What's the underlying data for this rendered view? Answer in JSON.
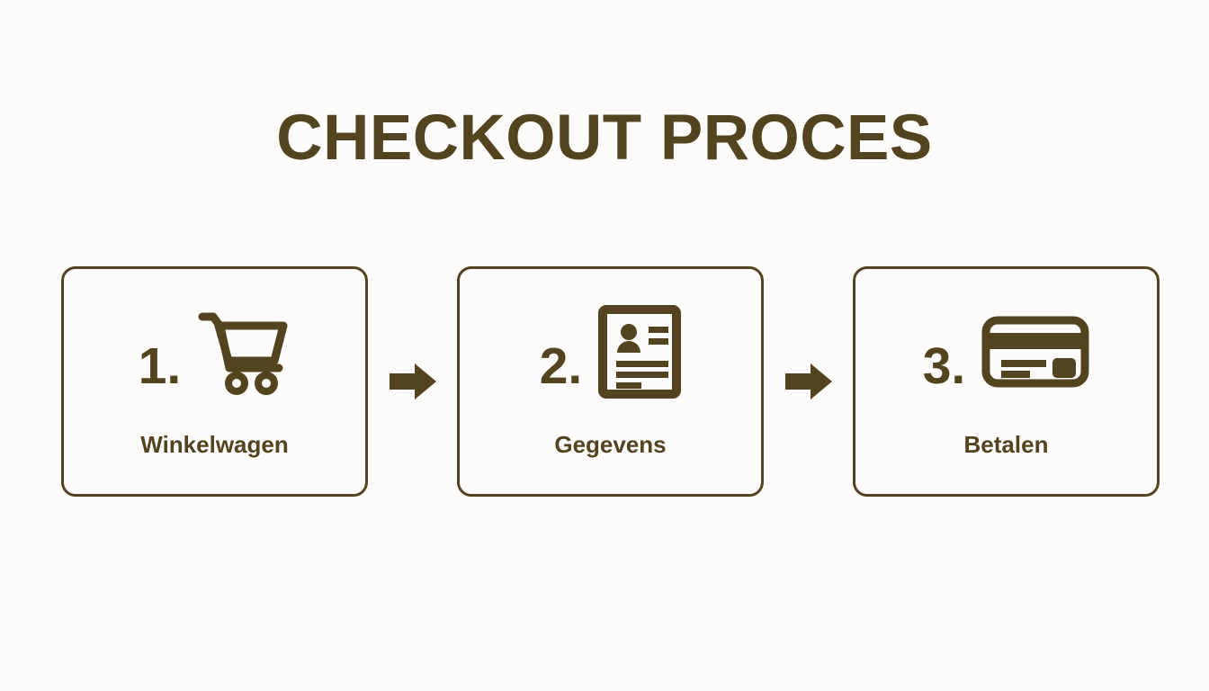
{
  "title": "CHECKOUT PROCES",
  "colors": {
    "brand_brown": "#53431f",
    "background": "#fdfcfa",
    "card_fill": "#fdfcfa"
  },
  "steps": [
    {
      "number": "1.",
      "label": "Winkelwagen",
      "icon": "shopping-cart-icon"
    },
    {
      "number": "2.",
      "label": "Gegevens",
      "icon": "id-document-icon"
    },
    {
      "number": "3.",
      "label": "Betalen",
      "icon": "credit-card-icon"
    }
  ],
  "connectors": [
    {
      "icon": "arrow-right-icon"
    },
    {
      "icon": "arrow-right-icon"
    }
  ]
}
